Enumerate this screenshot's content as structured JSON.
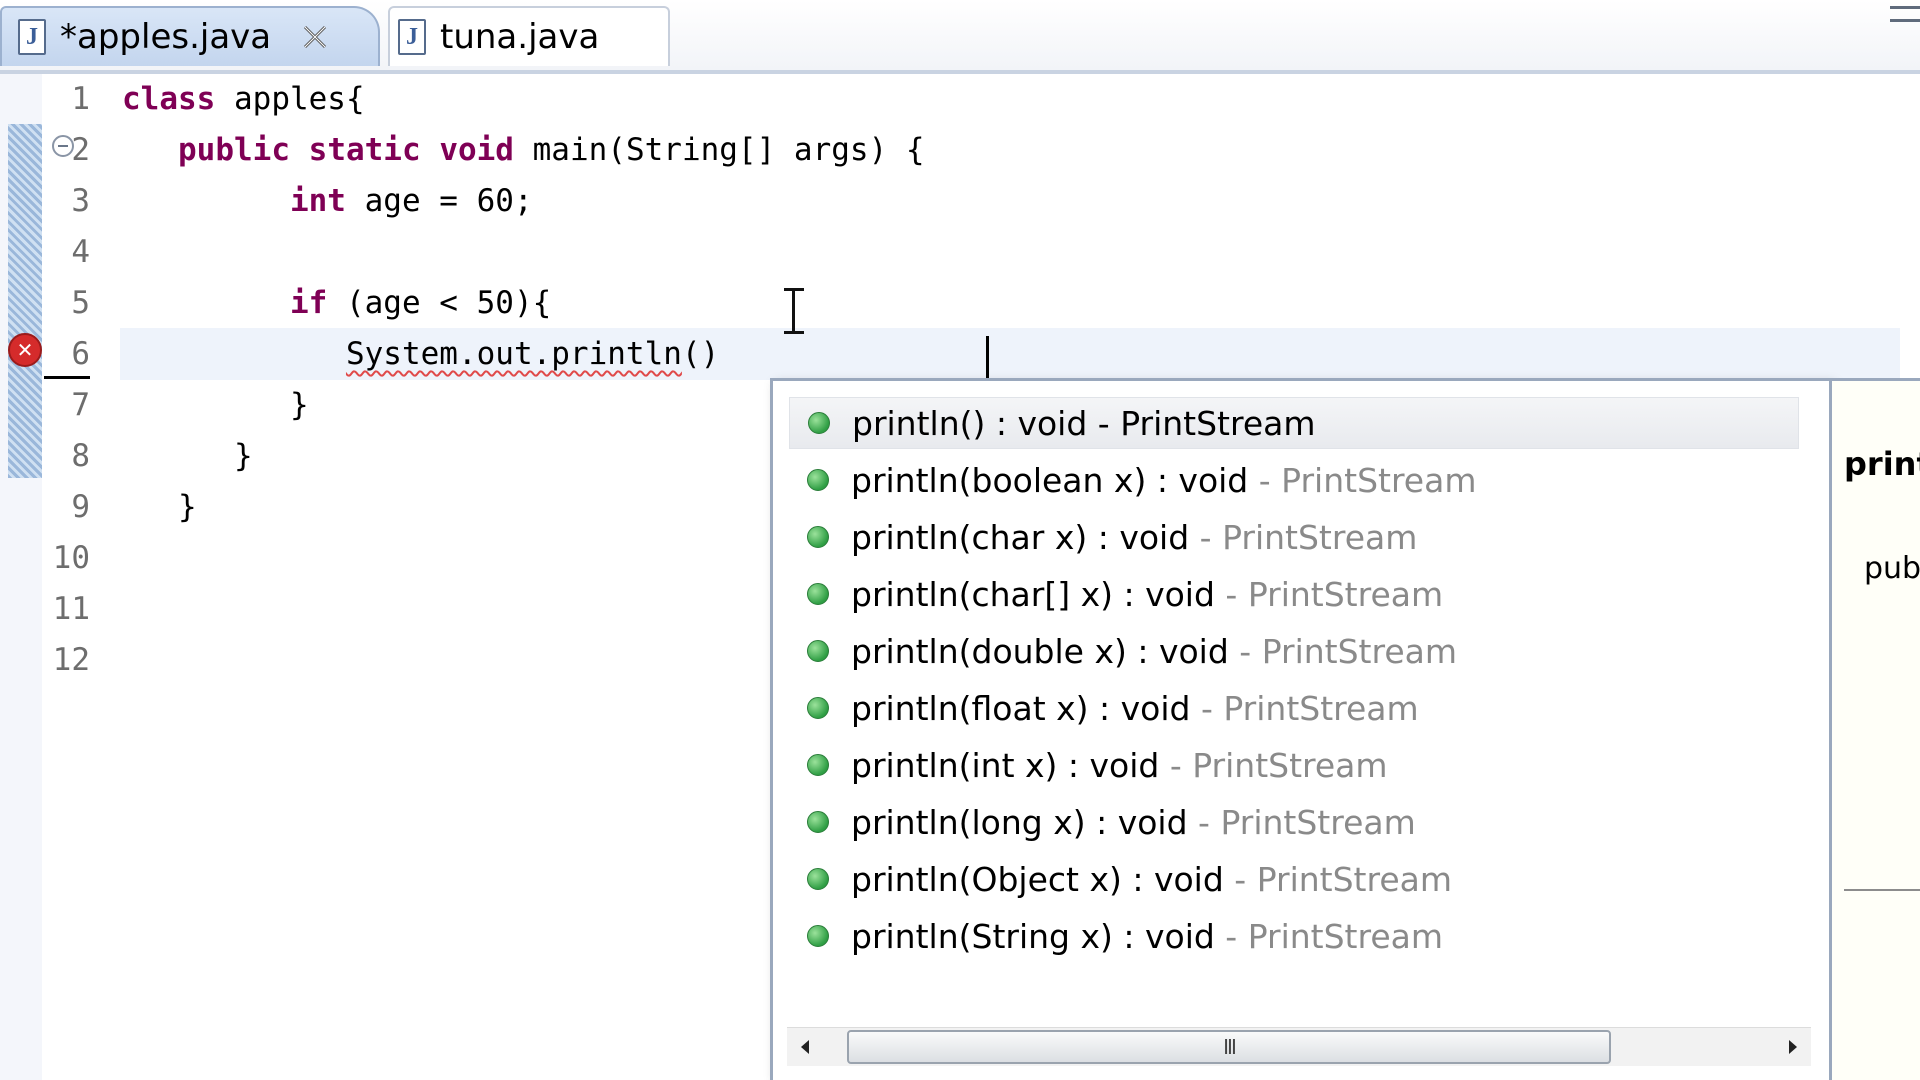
{
  "tabs": [
    {
      "label": "*apples.java",
      "icon": "java-file-icon",
      "active": true,
      "closable": true
    },
    {
      "label": "tuna.java",
      "icon": "java-file-icon",
      "active": false
    }
  ],
  "tab_icon_letter": "J",
  "editor": {
    "line_numbers": [
      "1",
      "2",
      "3",
      "4",
      "5",
      "6",
      "7",
      "8",
      "9",
      "10",
      "11",
      "12"
    ],
    "lines": [
      {
        "indent": "",
        "parts": [
          {
            "kw": "class"
          },
          {
            "t": " apples{"
          }
        ]
      },
      {
        "indent": "   ",
        "parts": [
          {
            "kw": "public"
          },
          {
            "t": " "
          },
          {
            "kw": "static"
          },
          {
            "t": " "
          },
          {
            "kw": "void"
          },
          {
            "t": " main(String[] args) {"
          }
        ]
      },
      {
        "indent": "         ",
        "parts": [
          {
            "kw": "int"
          },
          {
            "t": " age = 60;"
          }
        ]
      },
      {
        "indent": "",
        "parts": []
      },
      {
        "indent": "         ",
        "parts": [
          {
            "kw": "if"
          },
          {
            "t": " (age < 50){"
          }
        ]
      },
      {
        "indent": "            ",
        "parts": [
          {
            "err": "System.out.println"
          },
          {
            "t": "()"
          }
        ]
      },
      {
        "indent": "         ",
        "parts": [
          {
            "t": "}"
          }
        ]
      },
      {
        "indent": "      ",
        "parts": [
          {
            "t": "}"
          }
        ]
      },
      {
        "indent": "   ",
        "parts": [
          {
            "t": "}"
          }
        ]
      },
      {
        "indent": "",
        "parts": []
      },
      {
        "indent": "",
        "parts": []
      },
      {
        "indent": "",
        "parts": []
      }
    ],
    "error_line": 6,
    "error_icon_glyph": "✕",
    "colors": {
      "keyword": "#7f0055",
      "error_underline": "#e04a4a",
      "current_line": "#eef3fb"
    }
  },
  "content_assist": {
    "selected_index": 0,
    "proposals": [
      {
        "signature": "println() : void",
        "sep": " - ",
        "type": "PrintStream"
      },
      {
        "signature": "println(boolean x) : void",
        "sep": " - ",
        "type": "PrintStream"
      },
      {
        "signature": "println(char x) : void",
        "sep": " - ",
        "type": "PrintStream"
      },
      {
        "signature": "println(char[] x) : void",
        "sep": " - ",
        "type": "PrintStream"
      },
      {
        "signature": "println(double x) : void",
        "sep": " - ",
        "type": "PrintStream"
      },
      {
        "signature": "println(float x) : void",
        "sep": " - ",
        "type": "PrintStream"
      },
      {
        "signature": "println(int x) : void",
        "sep": " - ",
        "type": "PrintStream"
      },
      {
        "signature": "println(long x) : void",
        "sep": " - ",
        "type": "PrintStream"
      },
      {
        "signature": "println(Object x) : void",
        "sep": " - ",
        "type": "PrintStream"
      },
      {
        "signature": "println(String x) : void",
        "sep": " - ",
        "type": "PrintStream"
      }
    ],
    "scrollbar": {
      "left_arrow": "◂",
      "right_arrow": "▸",
      "grip": "III"
    }
  },
  "doc_popup": {
    "title": "print",
    "signature": "pub"
  }
}
